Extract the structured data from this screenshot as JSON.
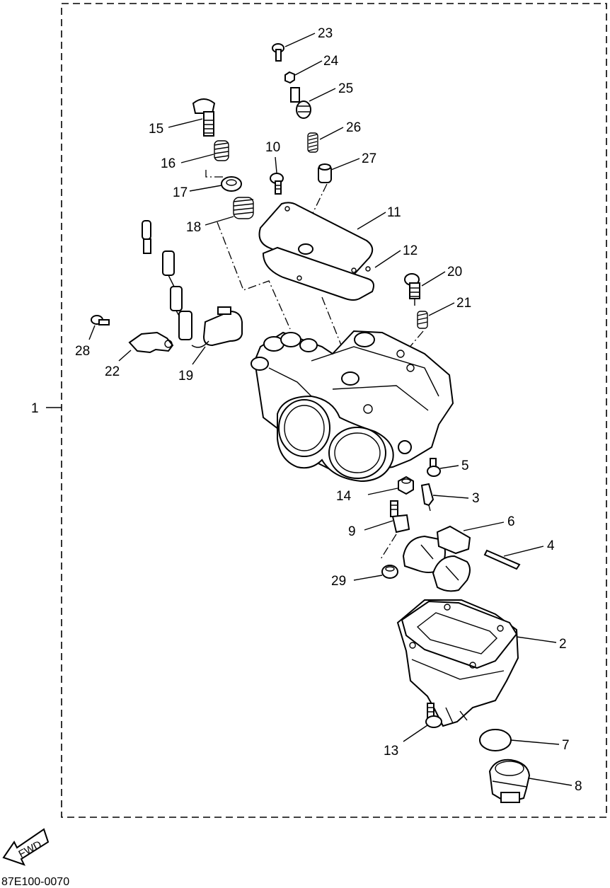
{
  "drawing_code": "87E100-0070",
  "direction_label": "FWD",
  "callouts": {
    "c1": "1",
    "c2": "2",
    "c3": "3",
    "c4": "4",
    "c5": "5",
    "c6": "6",
    "c7": "7",
    "c8": "8",
    "c9": "9",
    "c10": "10",
    "c11": "11",
    "c12": "12",
    "c13": "13",
    "c14": "14",
    "c15": "15",
    "c16": "16",
    "c17": "17",
    "c18": "18",
    "c19": "19",
    "c20": "20",
    "c21": "21",
    "c22": "22",
    "c23": "23",
    "c24": "24",
    "c25": "25",
    "c26": "26",
    "c27": "27",
    "c28": "28",
    "c29": "29"
  }
}
